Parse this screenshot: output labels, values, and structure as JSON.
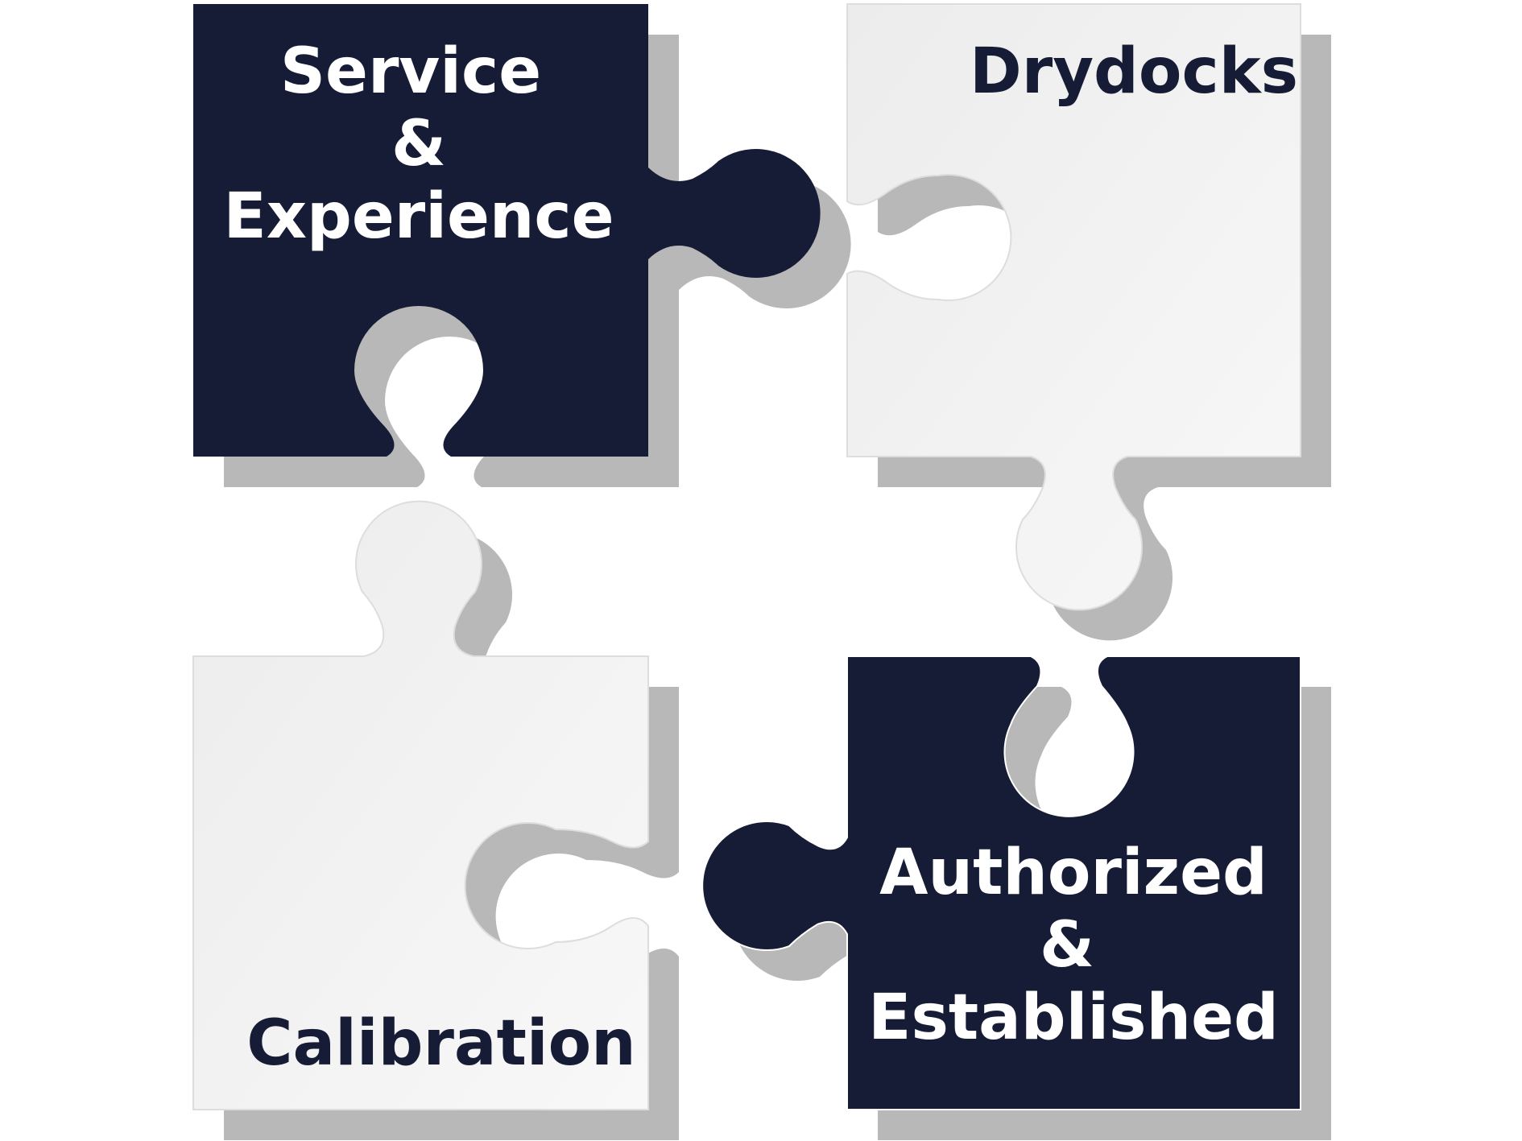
{
  "colors": {
    "dark_piece": "#161c35",
    "light_piece": "#f0f0f0",
    "light_piece_edge": "#d7d7d7",
    "shadow": "#b5b5b5",
    "dark_text": "#ffffff",
    "light_text": "#161c35",
    "background": "#ffffff"
  },
  "pieces": {
    "top_left": {
      "lines": [
        "Service",
        "&",
        "Experience"
      ]
    },
    "top_right": {
      "lines": [
        "Drydocks"
      ]
    },
    "bottom_left": {
      "lines": [
        "Calibration"
      ]
    },
    "bottom_right": {
      "lines": [
        "Authorized",
        "&",
        "Established"
      ]
    }
  }
}
